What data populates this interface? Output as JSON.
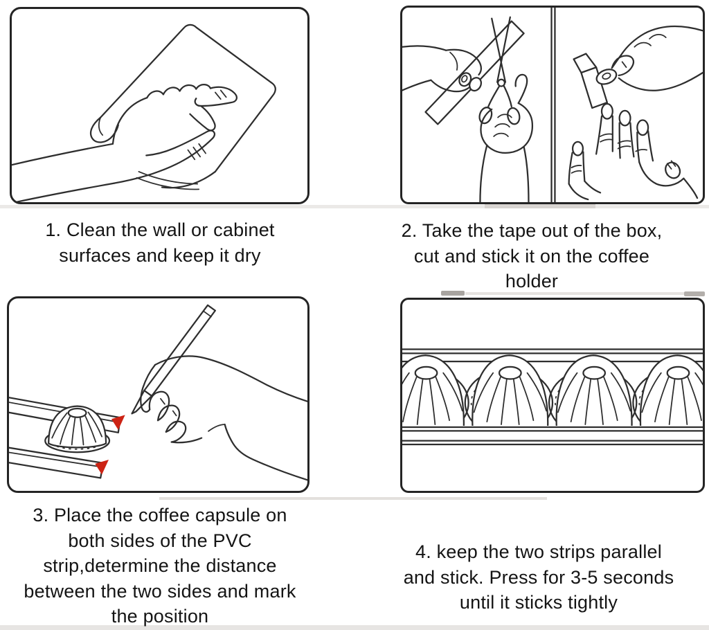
{
  "colors": {
    "background": "#ffffff",
    "panel_border": "#242424",
    "line": "#2e2e2e",
    "text": "#141414",
    "mark_red": "#cc2314"
  },
  "steps": [
    {
      "illustration": "hand-wiping-cloth",
      "caption_lines": [
        "1. Clean the wall or cabinet",
        "surfaces and keep it dry"
      ]
    },
    {
      "illustration": "cut-tape-and-stick",
      "caption_lines": [
        "2. Take the tape out of the box,",
        "cut and stick it on the coffee",
        "holder"
      ]
    },
    {
      "illustration": "mark-position-with-pen",
      "caption_lines": [
        "3. Place the coffee capsule on",
        "both sides of the PVC",
        "strip,determine the distance",
        "between the two sides and mark",
        "the position"
      ]
    },
    {
      "illustration": "capsules-between-parallel-strips",
      "caption_lines": [
        "4. keep the two strips parallel",
        "and stick. Press for 3-5 seconds",
        "until it sticks tightly"
      ]
    }
  ]
}
